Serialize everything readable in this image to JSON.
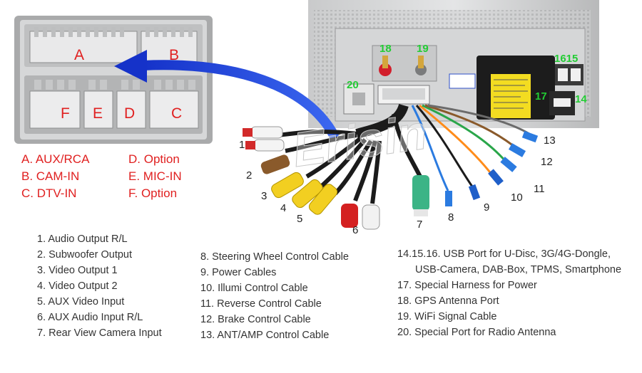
{
  "connector_letters": {
    "a": "A",
    "b": "B",
    "c": "C",
    "d": "D",
    "e": "E",
    "f": "F"
  },
  "connector_legend": [
    "A. AUX/RCA",
    "B. CAM-IN",
    "C. DTV-IN",
    "D. Option",
    "E. MIC-IN",
    "F. Option"
  ],
  "cable_numbers": {
    "n1": "1",
    "n2": "2",
    "n3": "3",
    "n4": "4",
    "n5": "5",
    "n6": "6",
    "n7": "7",
    "n8": "8",
    "n9": "9",
    "n10": "10",
    "n11": "11",
    "n12": "12",
    "n13": "13",
    "n14": "14",
    "n1615": "1615",
    "n17": "17",
    "n18": "18",
    "n19": "19",
    "n20": "20"
  },
  "watermark": "Erisin",
  "list_col1": [
    "1. Audio Output R/L",
    "2. Subwoofer Output",
    "3. Video Output 1",
    "4. Video Output 2",
    "5. AUX Video Input",
    "6. AUX Audio Input R/L",
    "7. Rear View Camera Input"
  ],
  "list_col2": [
    "8. Steering Wheel Control Cable",
    "9. Power Cables",
    "10. Illumi Control Cable",
    "11. Reverse Control Cable",
    "12. Brake Control Cable",
    "13. ANT/AMP Control Cable"
  ],
  "list_col3": [
    "14.15.16. USB Port for U-Disc, 3G/4G-Dongle,",
    "USB-Camera, DAB-Box, TPMS, Smartphone",
    "17. Special Harness for Power",
    "18. GPS Antenna Port",
    "19. WiFi Signal Cable",
    "20. Special Port for Radio Antenna"
  ],
  "colors": {
    "label_red": "#e02020",
    "label_green": "#22cc33",
    "arrow_blue": "#1a3fd6",
    "body_text": "#333333"
  }
}
